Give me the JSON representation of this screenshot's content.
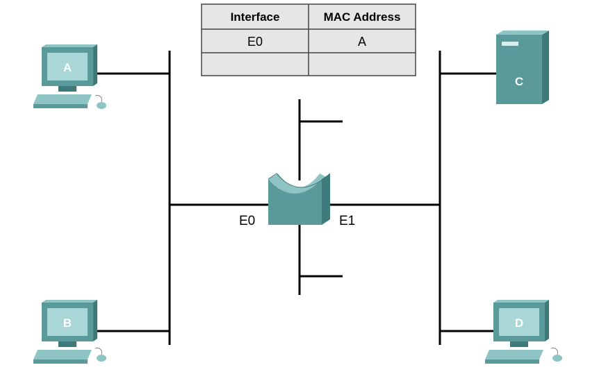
{
  "mac_table": {
    "headers": [
      "Interface",
      "MAC Address"
    ],
    "rows": [
      [
        "E0",
        "A"
      ],
      [
        "",
        ""
      ]
    ]
  },
  "hosts": {
    "a": {
      "label": "A",
      "type": "workstation"
    },
    "b": {
      "label": "B",
      "type": "workstation"
    },
    "c": {
      "label": "C",
      "type": "server"
    },
    "d": {
      "label": "D",
      "type": "workstation"
    }
  },
  "bridge": {
    "icon": "bridge-icon",
    "port_left": "E0",
    "port_right": "E1"
  },
  "colors": {
    "device_front": "#5a9a9a",
    "device_top": "#8fc4c4",
    "device_side": "#3f7a7a",
    "screen": "#a9d6d6",
    "table_fill": "#e6e6e6",
    "line": "#000000"
  }
}
